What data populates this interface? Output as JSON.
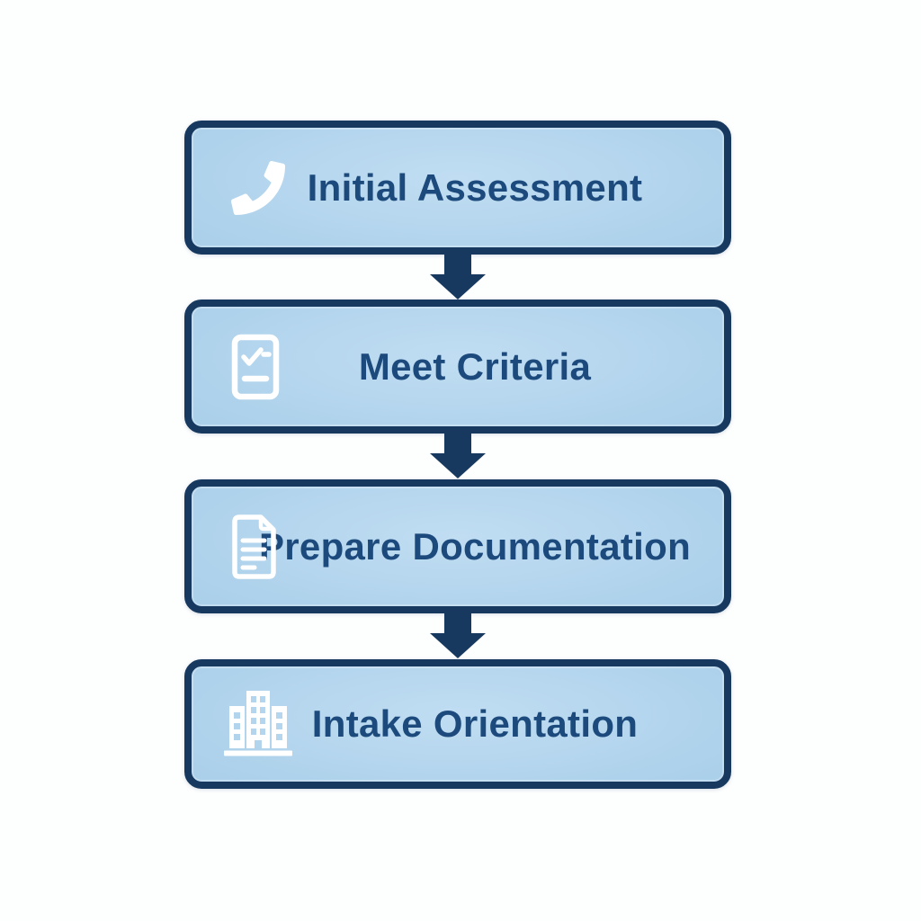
{
  "colors": {
    "background": "#fdfefe",
    "box_border": "#17395f",
    "box_fill_center": "#c0ddf2",
    "box_fill_mid": "#a8cee9",
    "box_fill_edge": "#98c1de",
    "label_text": "#1c4a7c",
    "icon": "#ffffff",
    "arrow": "#17395f"
  },
  "flowchart": {
    "steps": [
      {
        "label": "Initial Assessment",
        "icon": "phone-icon"
      },
      {
        "label": "Meet Criteria",
        "icon": "checklist-icon"
      },
      {
        "label": "Prepare Documentation",
        "icon": "document-icon"
      },
      {
        "label": "Intake Orientation",
        "icon": "building-icon"
      }
    ]
  }
}
